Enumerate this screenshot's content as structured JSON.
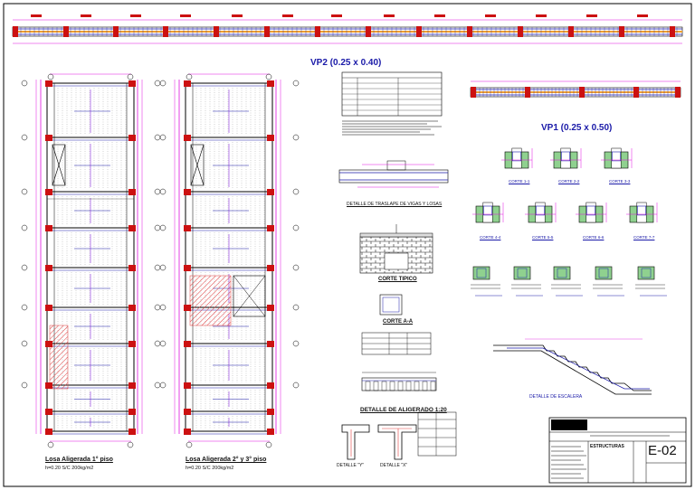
{
  "beams": {
    "vp2_title": "VP2 (0.25 x 0.40)",
    "vp1_title": "VP1 (0.25 x 0.50)"
  },
  "slabs": {
    "left_title": "Losa Aligerada 1° piso",
    "left_sub": "h=0.20    S/C 200kg/m2",
    "right_title": "Losa Aligerada 2° y 3° piso",
    "right_sub": "h=0.20    S/C 200kg/m2"
  },
  "sections": {
    "row1": [
      "CORTE 1-1",
      "CORTE 2-2",
      "CORTE 3-3"
    ],
    "row2": [
      "CORTE 4-4",
      "CORTE 5-5",
      "CORTE 6-6",
      "CORTE 7-7"
    ]
  },
  "details": {
    "empalme": "DETALLE DE TRASLAPE DE VIGAS Y LOSAS",
    "tipico": "CORTE TIPICO",
    "corte_a": "CORTE A-A",
    "aligerado": "DETALLE DE ALIGERADO 1:20",
    "escalera": "DETALLE DE ESCALERA",
    "detalle_y": "DETALLE \"Y\"",
    "detalle_x": "DETALLE \"X\""
  },
  "title_block": {
    "sheet_number": "E-02",
    "discipline": "ESTRUCTURAS"
  },
  "colors": {
    "rebar": "#1a1aa8",
    "dimension": "#e010e0",
    "column": "#cc1111",
    "beam_fill": "#f0a030",
    "section_fill": "#8fd18f",
    "hatch": "#e04040"
  }
}
